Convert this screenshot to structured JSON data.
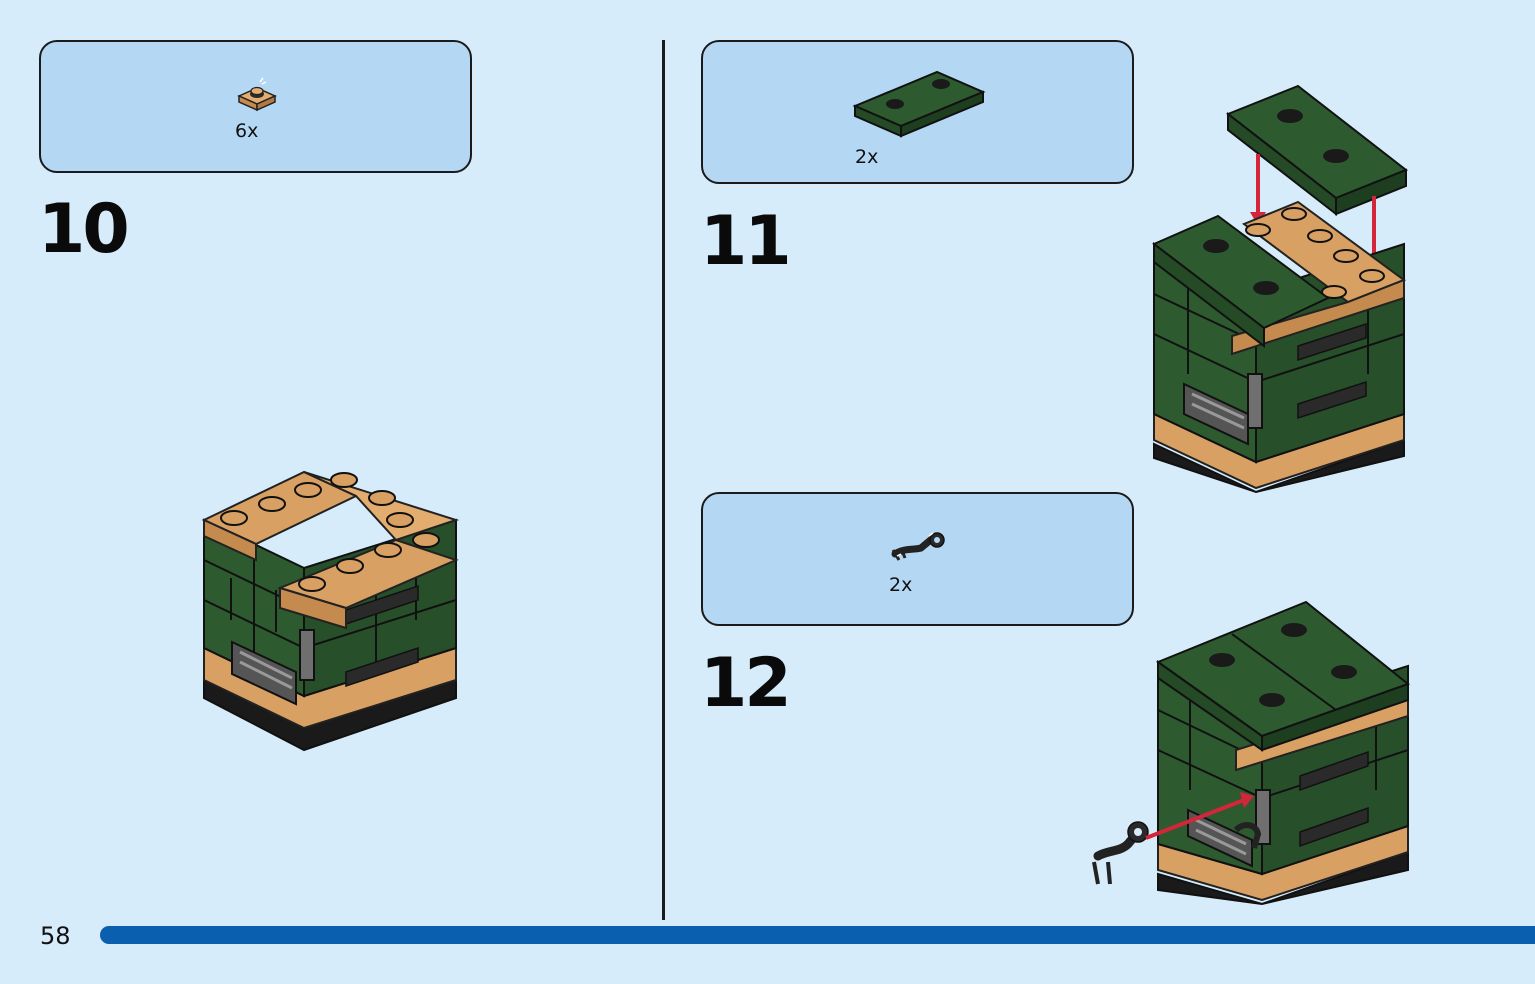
{
  "page": {
    "number": "58"
  },
  "colors": {
    "background": "#d6ecfb",
    "parts_box": "#b4d8f4",
    "dark_green": "#2e5a30",
    "tan": "#d9a063",
    "arrow": "#d3263a",
    "progress": "#0a5fae"
  },
  "steps": [
    {
      "number": "10",
      "parts": [
        {
          "qty": "6x",
          "icon": "tan-round-plate-1x1-icon"
        }
      ]
    },
    {
      "number": "11",
      "parts": [
        {
          "qty": "2x",
          "icon": "dark-green-plate-2x4-icon"
        }
      ]
    },
    {
      "number": "12",
      "parts": [
        {
          "qty": "2x",
          "icon": "black-clip-arm-icon"
        }
      ]
    }
  ]
}
